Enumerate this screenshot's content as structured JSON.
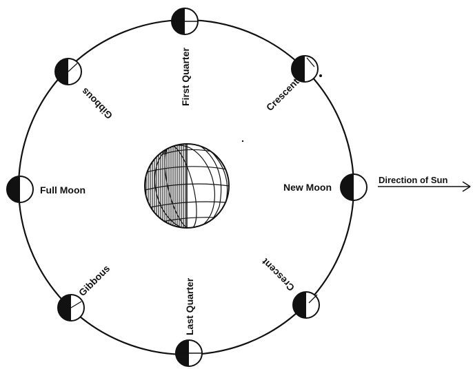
{
  "labels": {
    "new_moon": "New Moon",
    "first_quarter": "First Quarter",
    "full_moon": "Full Moon",
    "last_quarter": "Last Quarter",
    "crescent_upper": "Crescent",
    "crescent_lower": "Crescent",
    "gibbous_upper": "Gibbous",
    "gibbous_lower": "Gibbous",
    "direction": "Direction of Sun"
  },
  "colors": {
    "ink": "#111111",
    "background": "#ffffff"
  },
  "icons": {
    "moon_phase": "half-shaded-disc",
    "earth": "hatched-globe",
    "arrow": "right-arrow"
  }
}
